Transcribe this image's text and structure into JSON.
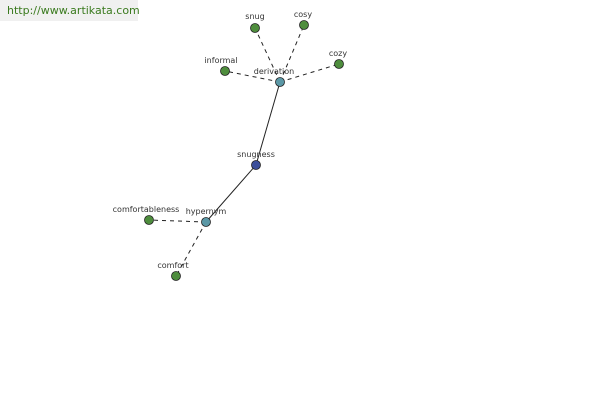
{
  "banner": {
    "url_text": "http://www.artikata.com"
  },
  "colors": {
    "leaf_node": "#4e8d3d",
    "relation_node": "#5b98a6",
    "center_node": "#3c4f9a",
    "node_stroke": "#222222",
    "edge": "#222222"
  },
  "graph": {
    "nodes": [
      {
        "id": "snugness",
        "label": "snugness",
        "kind": "center"
      },
      {
        "id": "derivation",
        "label": "derivation",
        "kind": "relation"
      },
      {
        "id": "hypernym",
        "label": "hypernym",
        "kind": "relation"
      },
      {
        "id": "snug",
        "label": "snug",
        "kind": "leaf"
      },
      {
        "id": "cosy",
        "label": "cosy",
        "kind": "leaf"
      },
      {
        "id": "informal",
        "label": "informal",
        "kind": "leaf"
      },
      {
        "id": "cozy",
        "label": "cozy",
        "kind": "leaf"
      },
      {
        "id": "comfortableness",
        "label": "comfortableness",
        "kind": "leaf"
      },
      {
        "id": "comfort",
        "label": "comfort",
        "kind": "leaf"
      }
    ],
    "edges": [
      {
        "from": "snugness",
        "to": "derivation",
        "style": "solid"
      },
      {
        "from": "snugness",
        "to": "hypernym",
        "style": "solid"
      },
      {
        "from": "derivation",
        "to": "snug",
        "style": "dashed"
      },
      {
        "from": "derivation",
        "to": "cosy",
        "style": "dashed"
      },
      {
        "from": "derivation",
        "to": "informal",
        "style": "dashed"
      },
      {
        "from": "derivation",
        "to": "cozy",
        "style": "dashed"
      },
      {
        "from": "hypernym",
        "to": "comfortableness",
        "style": "dashed"
      },
      {
        "from": "hypernym",
        "to": "comfort",
        "style": "dashed"
      }
    ]
  }
}
